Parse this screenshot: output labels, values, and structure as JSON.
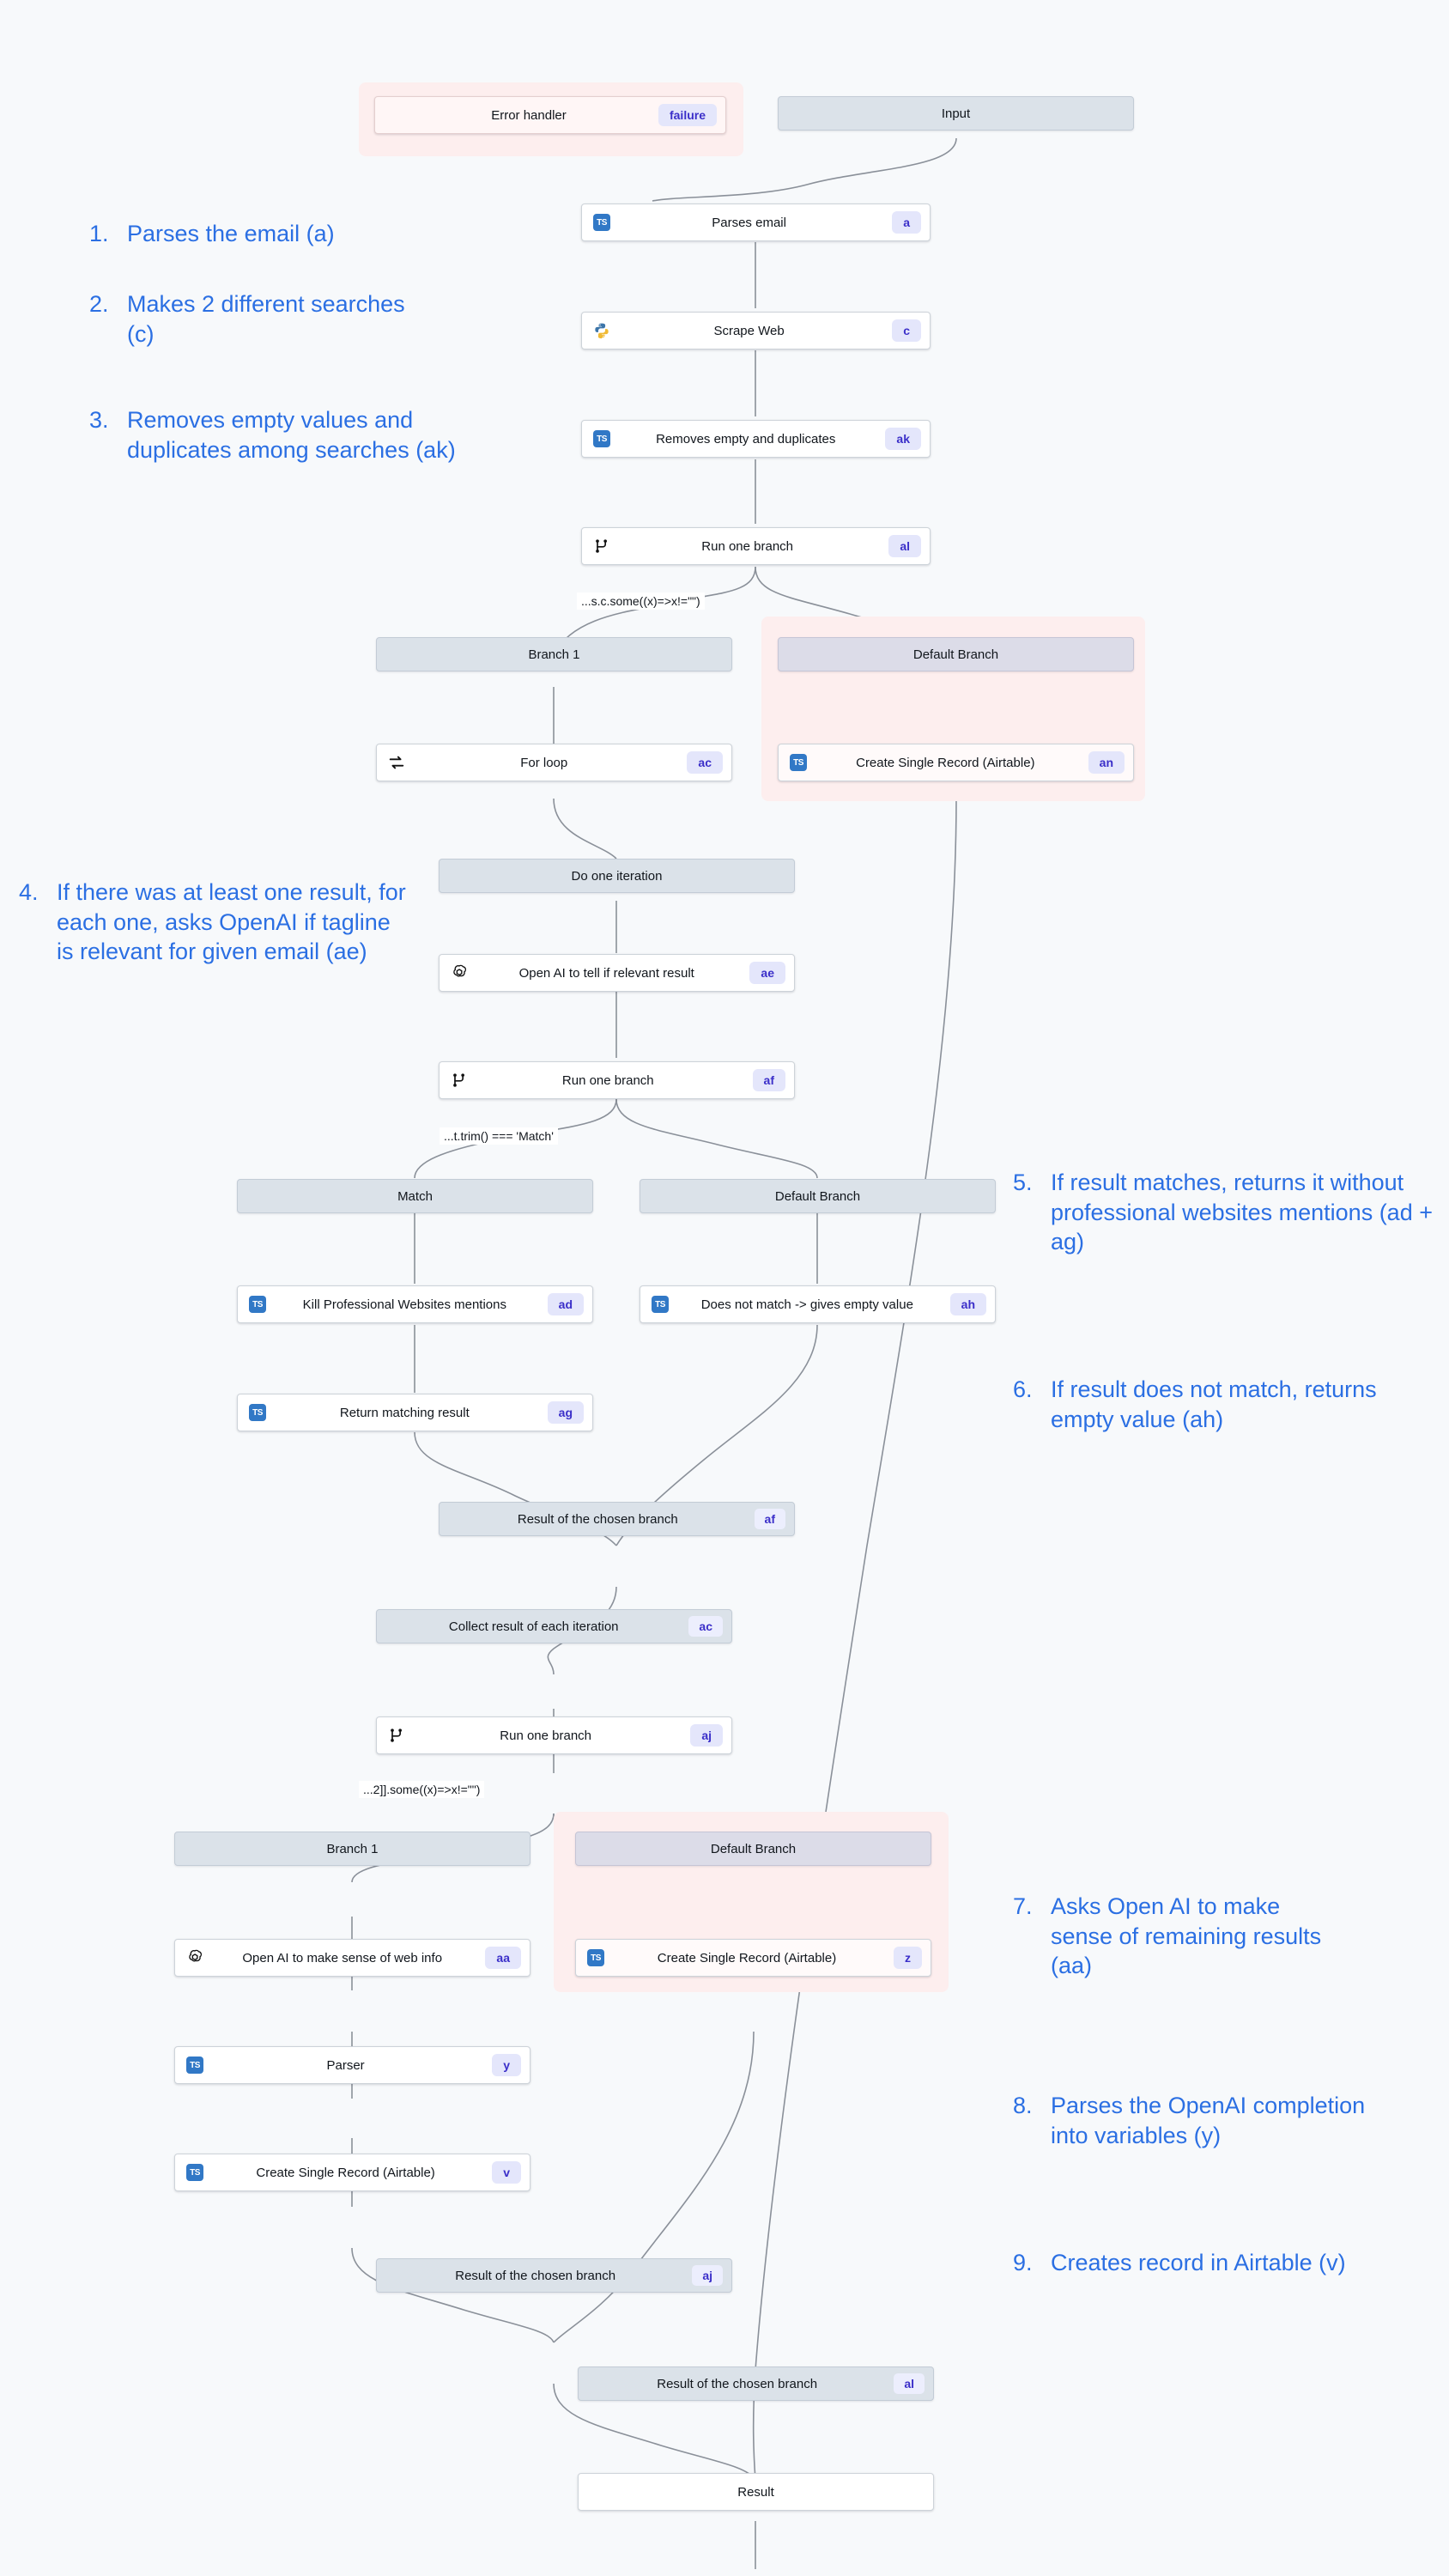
{
  "canvas": {
    "background": "#f7f9fb",
    "accent_blue": "#2b6fe3",
    "tag_text": "#3b2fc9",
    "tag_bg": "#e4e6fb",
    "error_zone_bg": "#fdeeee"
  },
  "nodes": {
    "error_handler": {
      "label": "Error handler",
      "tag": "failure",
      "icon": "none"
    },
    "input": {
      "label": "Input",
      "tag": "",
      "icon": "none"
    },
    "parses_email": {
      "label": "Parses email",
      "tag": "a",
      "icon": "typescript-icon"
    },
    "scrape_web": {
      "label": "Scrape Web",
      "tag": "c",
      "icon": "python-icon"
    },
    "removes_empty": {
      "label": "Removes empty and duplicates",
      "tag": "ak",
      "icon": "typescript-icon"
    },
    "run_branch_al": {
      "label": "Run one branch",
      "tag": "al",
      "icon": "branch-icon"
    },
    "branch1_top": {
      "label": "Branch 1",
      "tag": ""
    },
    "default_top": {
      "label": "Default Branch",
      "tag": ""
    },
    "for_loop": {
      "label": "For loop",
      "tag": "ac",
      "icon": "loop-icon"
    },
    "create_rec_an": {
      "label": "Create Single Record (Airtable)",
      "tag": "an",
      "icon": "typescript-icon"
    },
    "do_one_iter": {
      "label": "Do one iteration",
      "tag": ""
    },
    "openai_ae": {
      "label": "Open AI to tell if relevant result",
      "tag": "ae",
      "icon": "openai-icon"
    },
    "run_branch_af": {
      "label": "Run one branch",
      "tag": "af",
      "icon": "branch-icon"
    },
    "match_bar": {
      "label": "Match",
      "tag": ""
    },
    "default_mid": {
      "label": "Default Branch",
      "tag": ""
    },
    "kill_mentions": {
      "label": "Kill Professional Websites mentions",
      "tag": "ad",
      "icon": "typescript-icon"
    },
    "no_match": {
      "label": "Does not match -> gives empty value",
      "tag": "ah",
      "icon": "typescript-icon"
    },
    "return_match": {
      "label": "Return matching result",
      "tag": "ag",
      "icon": "typescript-icon"
    },
    "result_af": {
      "label": "Result of the chosen branch",
      "tag": "af"
    },
    "collect_ac": {
      "label": "Collect result of each iteration",
      "tag": "ac"
    },
    "run_branch_aj": {
      "label": "Run one branch",
      "tag": "aj",
      "icon": "branch-icon"
    },
    "branch1_bot": {
      "label": "Branch 1",
      "tag": ""
    },
    "default_bot": {
      "label": "Default Branch",
      "tag": ""
    },
    "openai_aa": {
      "label": "Open AI to make sense of web info",
      "tag": "aa",
      "icon": "openai-icon"
    },
    "create_rec_z": {
      "label": "Create Single Record (Airtable)",
      "tag": "z",
      "icon": "typescript-icon"
    },
    "parser_y": {
      "label": "Parser",
      "tag": "y",
      "icon": "typescript-icon"
    },
    "create_rec_v": {
      "label": "Create Single Record (Airtable)",
      "tag": "v",
      "icon": "typescript-icon"
    },
    "result_aj": {
      "label": "Result of the chosen branch",
      "tag": "aj"
    },
    "result_al": {
      "label": "Result of the chosen branch",
      "tag": "al"
    },
    "result_final": {
      "label": "Result",
      "tag": ""
    }
  },
  "conditions": {
    "al": "...s.c.some((x)=>x!=\"\")",
    "af": "...t.trim() === 'Match'",
    "aj": "...2]].some((x)=>x!=\"\")"
  },
  "annotations": [
    {
      "num": "1.",
      "text": "Parses the email (a)"
    },
    {
      "num": "2.",
      "text": "Makes 2 different searches (c)"
    },
    {
      "num": "3.",
      "text": "Removes empty values and duplicates among searches (ak)"
    },
    {
      "num": "4.",
      "text": "If there was at least one result, for each one, asks OpenAI if tagline is relevant for given email (ae)"
    },
    {
      "num": "5.",
      "text": "If result matches, returns it without professional websites mentions (ad + ag)"
    },
    {
      "num": "6.",
      "text": "If result does not match, returns empty value (ah)"
    },
    {
      "num": "7.",
      "text": "Asks Open AI to make sense of remaining results (aa)"
    },
    {
      "num": "8.",
      "text": "Parses the OpenAI completion into variables (y)"
    },
    {
      "num": "9.",
      "text": "Creates record in Airtable (v)"
    }
  ]
}
